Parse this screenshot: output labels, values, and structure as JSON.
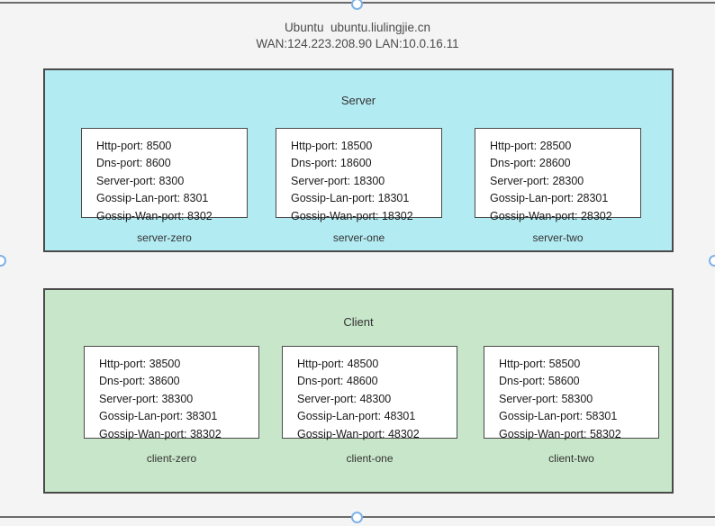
{
  "header": {
    "line1": "Ubuntu  ubuntu.liulingjie.cn",
    "line2": "WAN:124.223.208.90 LAN:10.0.16.11"
  },
  "groups": [
    {
      "title": "Server",
      "color": "#b3ebf2",
      "nodes": [
        {
          "label": "server-zero",
          "lines": [
            "Http-port: 8500",
            "Dns-port: 8600",
            "Server-port: 8300",
            "Gossip-Lan-port: 8301",
            "Gossip-Wan-port: 8302"
          ]
        },
        {
          "label": "server-one",
          "lines": [
            "Http-port: 18500",
            "Dns-port: 18600",
            "Server-port: 18300",
            "Gossip-Lan-port: 18301",
            "Gossip-Wan-port: 18302"
          ]
        },
        {
          "label": "server-two",
          "lines": [
            "Http-port: 28500",
            "Dns-port: 28600",
            "Server-port: 28300",
            "Gossip-Lan-port: 28301",
            "Gossip-Wan-port: 28302"
          ]
        }
      ]
    },
    {
      "title": "Client",
      "color": "#c8e6c9",
      "nodes": [
        {
          "label": "client-zero",
          "lines": [
            "Http-port: 38500",
            "Dns-port: 38600",
            "Server-port: 38300",
            "Gossip-Lan-port: 38301",
            "Gossip-Wan-port: 38302"
          ]
        },
        {
          "label": "client-one",
          "lines": [
            "Http-port: 48500",
            "Dns-port: 48600",
            "Server-port: 48300",
            "Gossip-Lan-port: 48301",
            "Gossip-Wan-port: 48302"
          ]
        },
        {
          "label": "client-two",
          "lines": [
            "Http-port: 58500",
            "Dns-port: 58600",
            "Server-port: 58300",
            "Gossip-Lan-port: 58301",
            "Gossip-Wan-port: 58302"
          ]
        }
      ]
    }
  ]
}
